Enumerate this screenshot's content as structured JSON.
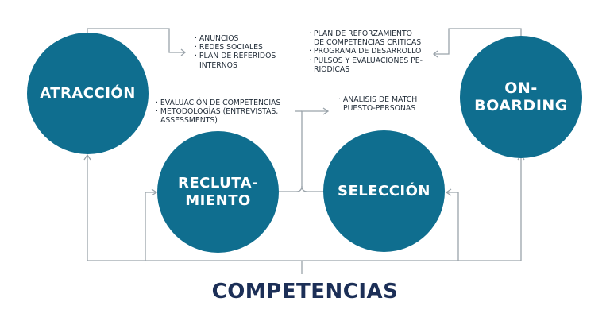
{
  "colors": {
    "circle": "#0f6e8f",
    "connector": "#9aa3aa",
    "title": "#1c2f57",
    "text": "#1f2a36"
  },
  "circles": {
    "atraccion": "ATRACCIÓN",
    "onboarding": "ON-\nBOARDING",
    "reclutamiento": "RECLUTA-\nMIENTO",
    "seleccion": "SELECCIÓN"
  },
  "notes": {
    "atraccion": [
      "ANUNCIOS",
      "REDES SOCIALES",
      "PLAN DE REFERIDOS",
      "INTERNOS"
    ],
    "onboarding": [
      "PLAN DE REFORZAMIENTO",
      "DE COMPETENCIAS CRITICAS",
      "PROGRAMA DE DESARROLLO",
      "PULSOS Y EVALUACIONES PE-",
      "RIODICAS"
    ],
    "reclutamiento": [
      "EVALUACIÓN DE COMPETENCIAS",
      "METODOLOGÍAS (ENTREVISTAS,",
      "ASSESSMENTS)"
    ],
    "seleccion": [
      "ANALISIS DE MATCH",
      "PUESTO-PERSONAS"
    ]
  },
  "title": "COMPETENCIAS"
}
